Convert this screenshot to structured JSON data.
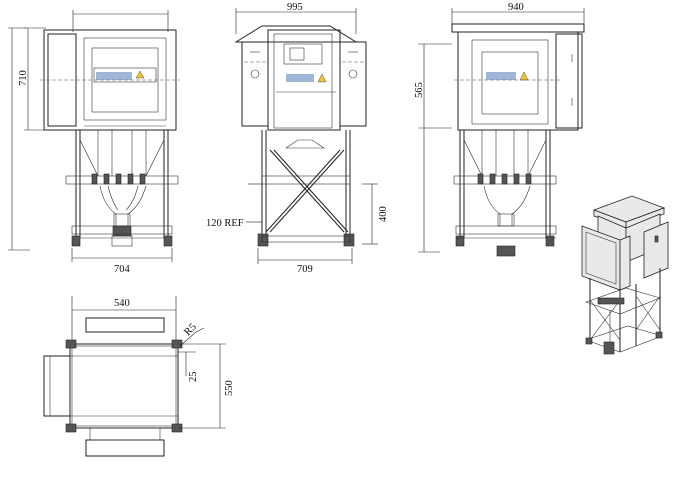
{
  "dimensions": {
    "front_height_top": "710",
    "front_width_base": "704",
    "side_width_top": "995",
    "side_width_base": "709",
    "side_leg_height": "400",
    "side_ref_label": "120 REF",
    "rear_width_top": "940",
    "rear_height": "565",
    "plan_width": "540",
    "plan_height": "550",
    "plan_offset": "25",
    "plan_angle": "R5"
  }
}
